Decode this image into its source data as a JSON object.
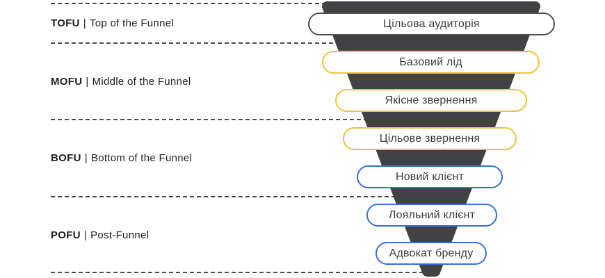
{
  "page": {
    "background": "#ffffff"
  },
  "colors": {
    "funnel": "#424245",
    "divider": "#4a4a4a",
    "section_text": "#1f1f1f",
    "stage_text": "#3b3b3b",
    "pill_bg": "#ffffff",
    "top_stage_border": "#4f4f52",
    "yellow_stage_border": "#edc436",
    "blue_stage_border": "#3470d4"
  },
  "sections": [
    {
      "acronym": "TOFU",
      "separator": "|",
      "name": "Top of the Funnel"
    },
    {
      "acronym": "MOFU",
      "separator": "|",
      "name": "Middle of the Funnel"
    },
    {
      "acronym": "BOFU",
      "separator": "|",
      "name": "Bottom of the Funnel"
    },
    {
      "acronym": "POFU",
      "separator": "|",
      "name": "Post-Funnel"
    }
  ],
  "funnel": {
    "stages": [
      {
        "label": "Цільова аудиторія",
        "section": "TOFU",
        "border_color": "#4f4f52"
      },
      {
        "label": "Базовий лід",
        "section": "MOFU",
        "border_color": "#edc436"
      },
      {
        "label": "Якісне звернення",
        "section": "MOFU",
        "border_color": "#edc436"
      },
      {
        "label": "Цільове звернення",
        "section": "BOFU",
        "border_color": "#edc436"
      },
      {
        "label": "Новий клієнт",
        "section": "BOFU",
        "border_color": "#3470d4"
      },
      {
        "label": "Лояльний клієнт",
        "section": "POFU",
        "border_color": "#3470d4"
      },
      {
        "label": "Адвокат бренду",
        "section": "POFU",
        "border_color": "#3470d4"
      }
    ]
  }
}
